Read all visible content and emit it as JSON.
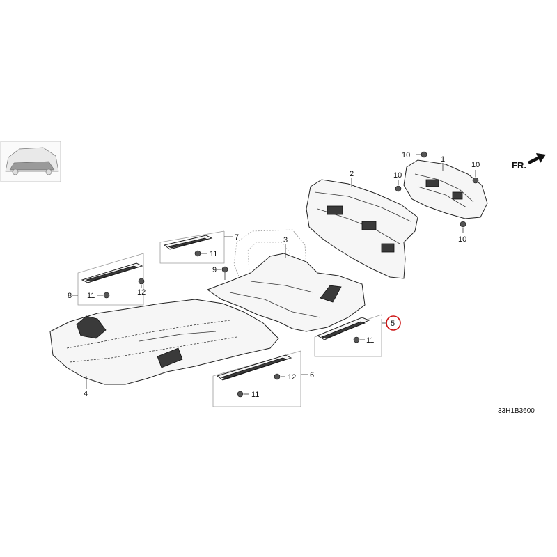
{
  "diagram": {
    "direction_label": "FR.",
    "drawing_code": "33H1B3600",
    "highlight_color": "#cc1111",
    "callouts": {
      "p1": "1",
      "p2": "2",
      "p3": "3",
      "p4": "4",
      "p5": "5",
      "p6": "6",
      "p7": "7",
      "p8": "8",
      "p9": "9",
      "p10": "10",
      "p11": "11",
      "p12": "12"
    }
  }
}
